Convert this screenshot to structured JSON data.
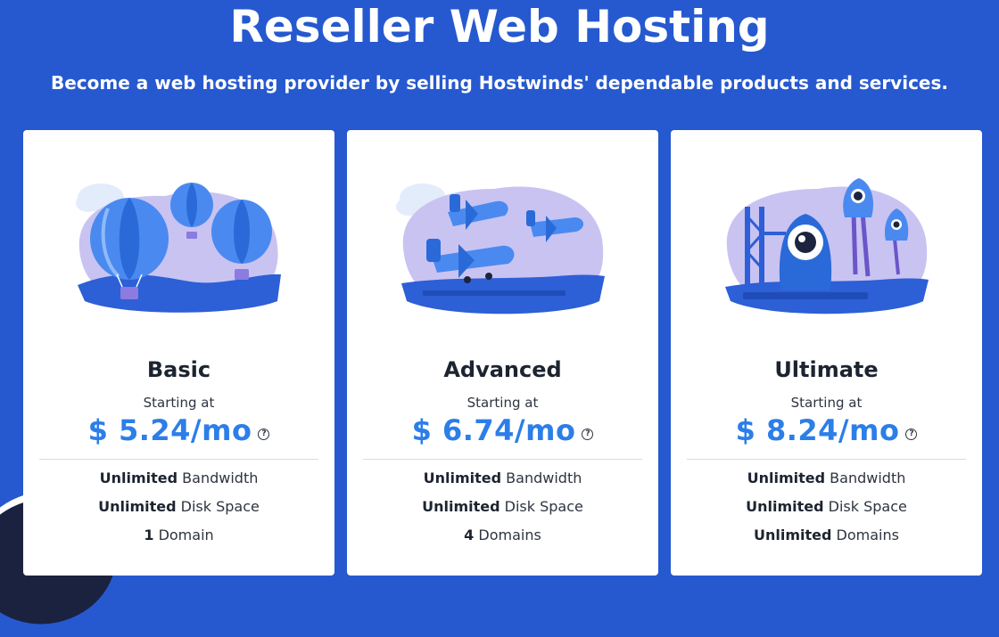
{
  "header": {
    "title": "Reseller Web Hosting",
    "subtitle": "Become a web hosting provider by selling Hostwinds' dependable products and services."
  },
  "plans": [
    {
      "name": "Basic",
      "starting_label": "Starting at",
      "price": "$ 5.24/mo",
      "illustration_icon": "hot-air-balloons-illustration",
      "features": [
        {
          "strong": "Unlimited",
          "rest": " Bandwidth"
        },
        {
          "strong": "Unlimited",
          "rest": " Disk Space"
        },
        {
          "strong": "1",
          "rest": " Domain"
        }
      ]
    },
    {
      "name": "Advanced",
      "starting_label": "Starting at",
      "price": "$ 6.74/mo",
      "illustration_icon": "airplanes-illustration",
      "features": [
        {
          "strong": "Unlimited",
          "rest": " Bandwidth"
        },
        {
          "strong": "Unlimited",
          "rest": " Disk Space"
        },
        {
          "strong": "4",
          "rest": " Domains"
        }
      ]
    },
    {
      "name": "Ultimate",
      "starting_label": "Starting at",
      "price": "$ 8.24/mo",
      "illustration_icon": "rockets-illustration",
      "features": [
        {
          "strong": "Unlimited",
          "rest": " Bandwidth"
        },
        {
          "strong": "Unlimited",
          "rest": " Disk Space"
        },
        {
          "strong": "Unlimited",
          "rest": " Domains"
        }
      ]
    }
  ],
  "help_icon_glyph": "?",
  "colors": {
    "background": "#2659cf",
    "price": "#2c7ee8",
    "card": "#ffffff",
    "illustration_blob": "#c9c3f2",
    "illustration_blue": "#2d6fe0"
  }
}
